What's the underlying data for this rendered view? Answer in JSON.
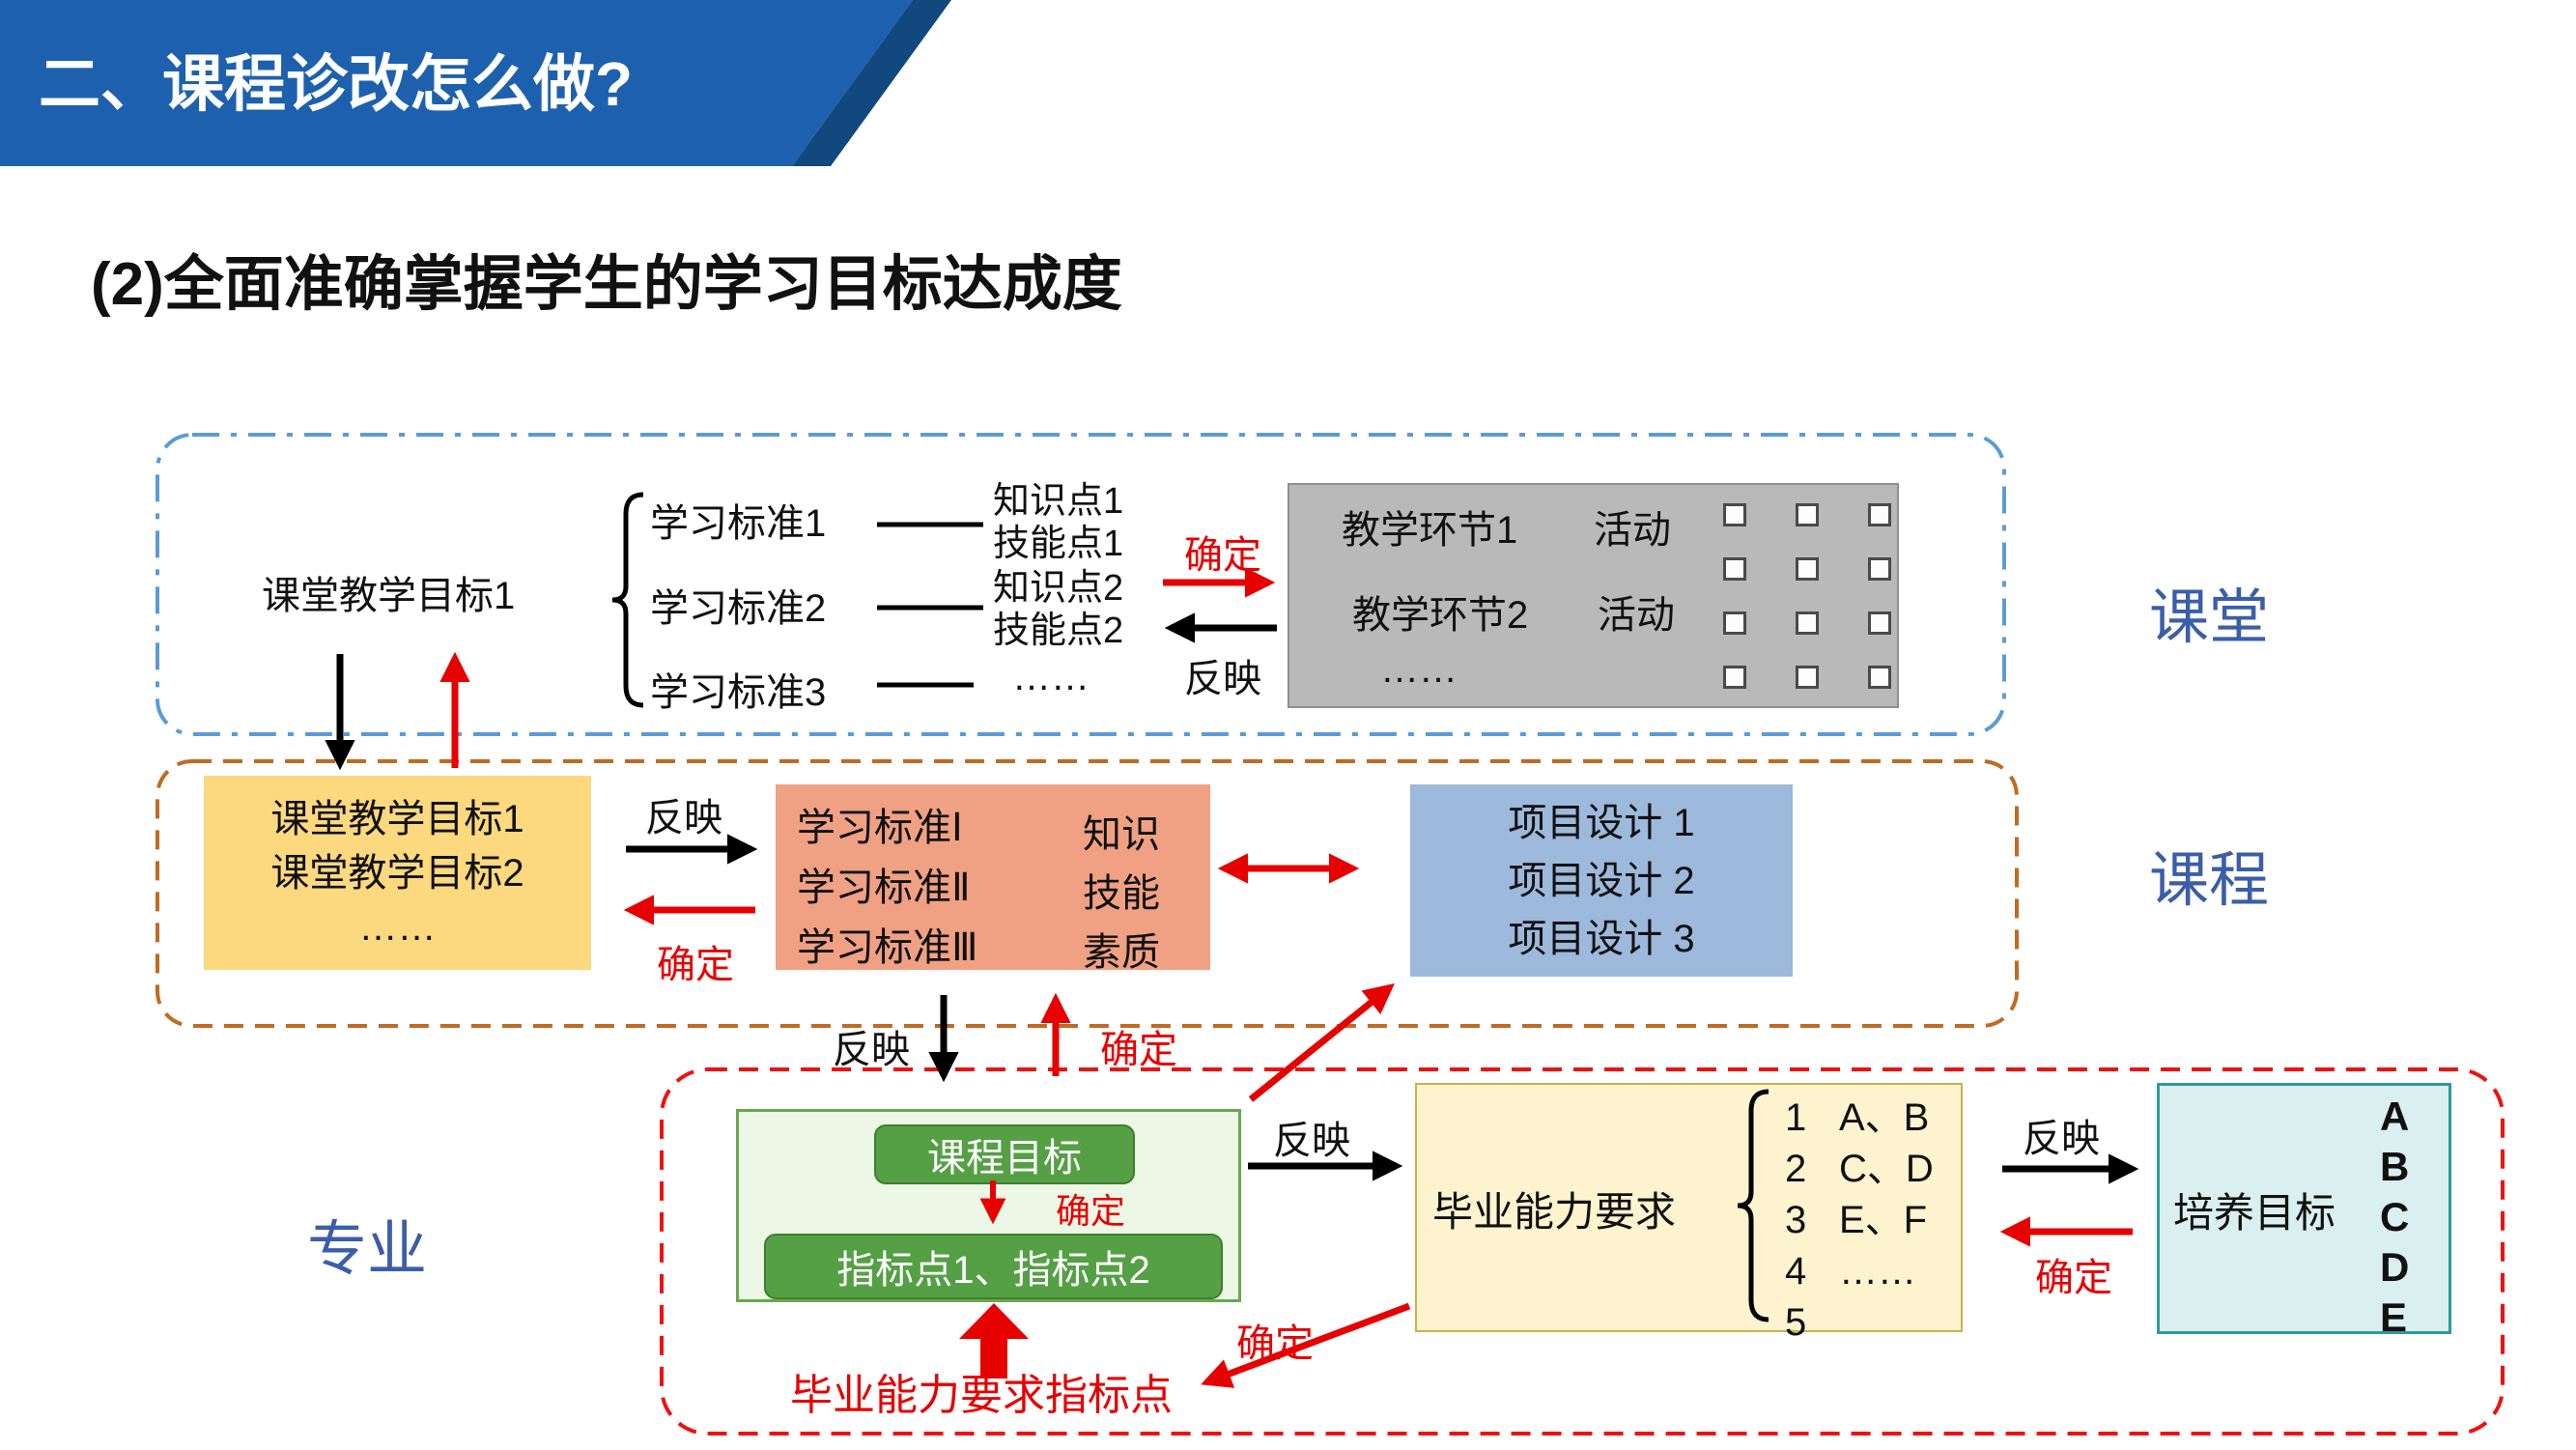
{
  "banner": {
    "title": "二、课程诊改怎么做?"
  },
  "page_title": "(2)全面准确掌握学生的学习目标达成度",
  "section_labels": {
    "classroom": "课堂",
    "course": "课程",
    "major": "专业"
  },
  "arrows": {
    "confirm": "确定",
    "reflect": "反映"
  },
  "classroom": {
    "goal": "课堂教学目标1",
    "standards": [
      "学习标准1",
      "学习标准2",
      "学习标准3"
    ],
    "point_groups": [
      {
        "a": "知识点1",
        "b": "技能点1"
      },
      {
        "a": "知识点2",
        "b": "技能点2"
      },
      {
        "a": "……",
        "b": ""
      }
    ],
    "teaching": {
      "rows": [
        {
          "name": "教学环节1",
          "activity": "活动"
        },
        {
          "name": "教学环节2",
          "activity": "活动"
        },
        {
          "name": "……",
          "activity": ""
        }
      ]
    }
  },
  "course": {
    "goals": [
      "课堂教学目标1",
      "课堂教学目标2",
      "……"
    ],
    "standards": [
      "学习标准Ⅰ",
      "学习标准Ⅱ",
      "学习标准Ⅲ"
    ],
    "aspects": [
      "知识",
      "技能",
      "素质"
    ],
    "projects": [
      "项目设计 1",
      "项目设计 2",
      "项目设计 3"
    ]
  },
  "major": {
    "course_goal": "课程目标",
    "indicators": "指标点1、指标点2",
    "grad_indicator_label": "毕业能力要求指标点",
    "ability": {
      "title": "毕业能力要求",
      "numbers": [
        "1",
        "2",
        "3",
        "4",
        "5"
      ],
      "letter_pairs": [
        "A、B",
        "C、D",
        "E、F",
        "……"
      ]
    },
    "training": {
      "title": "培养目标",
      "letters": [
        "A",
        "B",
        "C",
        "D",
        "E"
      ]
    }
  },
  "colors": {
    "banner_blue": "#1d61ae",
    "classroom_border": "#5b9bd5",
    "course_border": "#c06a22",
    "major_border": "#ee1111",
    "label_blue": "#3b5ea9",
    "accent_red": "#e60000",
    "yellow_box": "#fcd87e",
    "salmon_box": "#f0a183",
    "blue_box": "#9db9dc",
    "gray_box": "#b9b9b9",
    "green_button": "#55a045",
    "green_panel": "#edf7e6",
    "cream_box": "#fdf3cf",
    "cyan_box": "#daefef"
  }
}
